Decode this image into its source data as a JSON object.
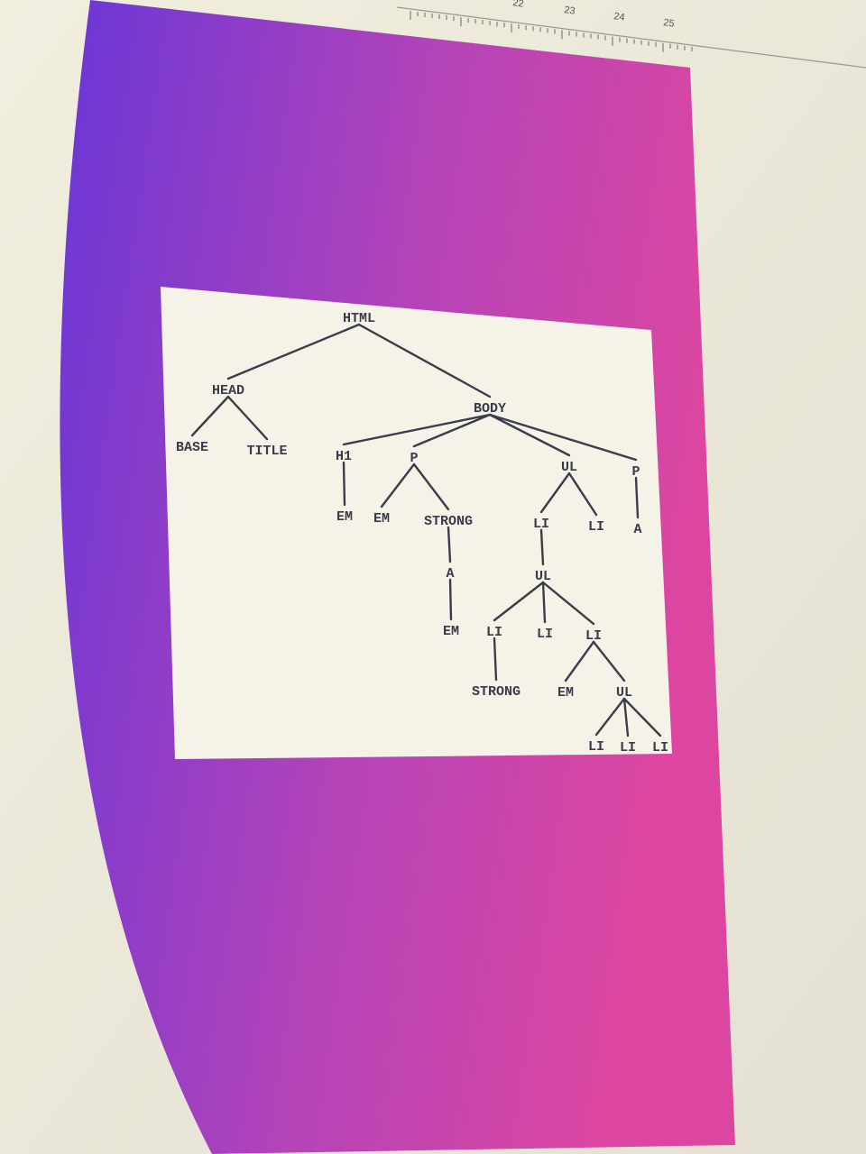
{
  "ruler": {
    "numbers": [
      "22",
      "23",
      "24",
      "25"
    ]
  },
  "colors": {
    "background": "#eeeadc",
    "slide_gradient_start": "#6a36d6",
    "slide_gradient_end": "#dd46a0",
    "figure_background": "#f5f3e7",
    "text": "#3a3a48"
  },
  "tree": {
    "nodes": [
      {
        "id": "html",
        "label": "HTML"
      },
      {
        "id": "head",
        "label": "HEAD"
      },
      {
        "id": "body",
        "label": "BODY"
      },
      {
        "id": "base",
        "label": "BASE"
      },
      {
        "id": "title",
        "label": "TITLE"
      },
      {
        "id": "h1",
        "label": "H1"
      },
      {
        "id": "p1",
        "label": "P"
      },
      {
        "id": "ul1",
        "label": "UL"
      },
      {
        "id": "p2",
        "label": "P"
      },
      {
        "id": "em_h1",
        "label": "EM"
      },
      {
        "id": "em_p1",
        "label": "EM"
      },
      {
        "id": "strong_p1",
        "label": "STRONG"
      },
      {
        "id": "li_a",
        "label": "LI"
      },
      {
        "id": "li_b",
        "label": "LI"
      },
      {
        "id": "a_p2",
        "label": "A"
      },
      {
        "id": "a_strong",
        "label": "A"
      },
      {
        "id": "ul2",
        "label": "UL"
      },
      {
        "id": "em_a",
        "label": "EM"
      },
      {
        "id": "li_c",
        "label": "LI"
      },
      {
        "id": "li_d",
        "label": "LI"
      },
      {
        "id": "li_e",
        "label": "LI"
      },
      {
        "id": "strong_li",
        "label": "STRONG"
      },
      {
        "id": "em_li",
        "label": "EM"
      },
      {
        "id": "ul3",
        "label": "UL"
      },
      {
        "id": "li_f",
        "label": "LI"
      },
      {
        "id": "li_g",
        "label": "LI"
      },
      {
        "id": "li_h",
        "label": "LI"
      }
    ],
    "edges": [
      [
        "html",
        "head"
      ],
      [
        "html",
        "body"
      ],
      [
        "head",
        "base"
      ],
      [
        "head",
        "title"
      ],
      [
        "body",
        "h1"
      ],
      [
        "body",
        "p1"
      ],
      [
        "body",
        "ul1"
      ],
      [
        "body",
        "p2"
      ],
      [
        "h1",
        "em_h1"
      ],
      [
        "p1",
        "em_p1"
      ],
      [
        "p1",
        "strong_p1"
      ],
      [
        "strong_p1",
        "a_strong"
      ],
      [
        "a_strong",
        "em_a"
      ],
      [
        "ul1",
        "li_a"
      ],
      [
        "ul1",
        "li_b"
      ],
      [
        "p2",
        "a_p2"
      ],
      [
        "li_a",
        "ul2"
      ],
      [
        "ul2",
        "li_c"
      ],
      [
        "ul2",
        "li_d"
      ],
      [
        "ul2",
        "li_e"
      ],
      [
        "li_c",
        "strong_li"
      ],
      [
        "li_e",
        "em_li"
      ],
      [
        "li_e",
        "ul3"
      ],
      [
        "ul3",
        "li_f"
      ],
      [
        "ul3",
        "li_g"
      ],
      [
        "ul3",
        "li_h"
      ]
    ]
  }
}
